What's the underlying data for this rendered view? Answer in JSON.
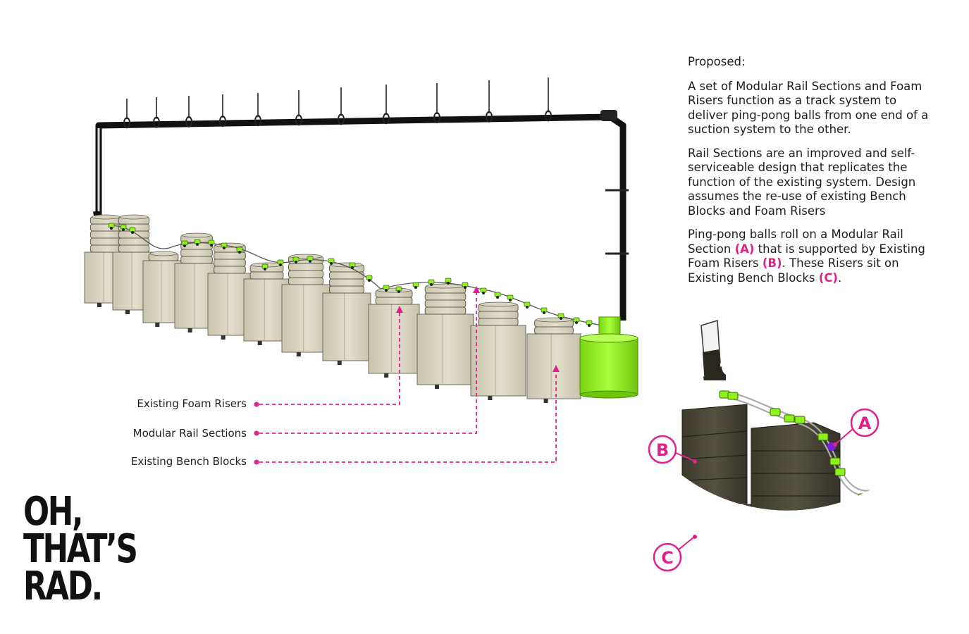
{
  "panel": {
    "heading": "Proposed:",
    "p1": "A set of Modular Rail Sections and Foam Risers function as a track system to deliver ping-pong balls from one end of a suction system to the other.",
    "p2": "Rail Sections are an improved and self-serviceable design that replicates the function of the existing system. Design assumes the re-use of existing Bench Blocks and Foam Risers",
    "p3": {
      "t1": "Ping-pong balls roll on a Modular Rail Section ",
      "a": "(A)",
      "t2": " that is supported by Existing Foam Risers ",
      "b": "(B)",
      "t3": ". These Risers sit on Existing Bench Blocks ",
      "c": "(C)",
      "t4": "."
    }
  },
  "callouts": {
    "foam": "Existing Foam Risers",
    "rail": "Modular Rail Sections",
    "bench": "Existing Bench Blocks"
  },
  "detail_labels": {
    "a": "A",
    "b": "B",
    "c": "C"
  },
  "logo": {
    "line1": "OH,",
    "line2": "THAT’S",
    "line3": "RAD."
  },
  "colors": {
    "accent": "#e0218a",
    "lime": "#8ef21e",
    "block": "#d8d4c0",
    "block_stroke": "#6b6b5e",
    "dark_block": "#4a4637"
  }
}
